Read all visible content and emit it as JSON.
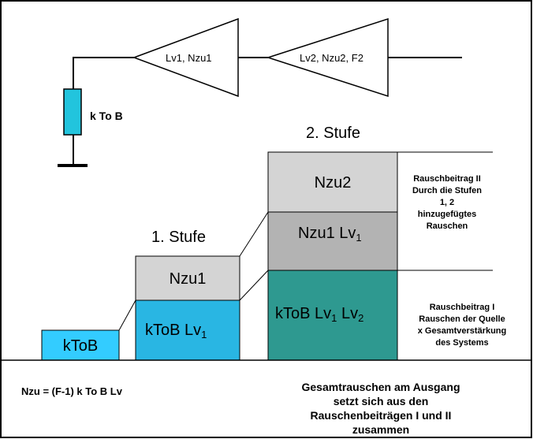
{
  "amplifier1": {
    "label": "Lv1, Nzu1"
  },
  "amplifier2": {
    "label": "Lv2, Nzu2, F2"
  },
  "source": {
    "label": "k To B"
  },
  "stage1": {
    "title": "1. Stufe"
  },
  "stage2": {
    "title": "2. Stufe"
  },
  "blocks": {
    "ktob": "kToB",
    "stage1_noise": "Nzu1",
    "stage1_signal": {
      "main": "kToB Lv",
      "sub": "1"
    },
    "stage2_noise2": "Nzu2",
    "stage2_noise1": {
      "main": "Nzu1 Lv",
      "sub": "1"
    },
    "stage2_signal": {
      "main1": "kToB Lv",
      "sub1": "1",
      "main2": " Lv",
      "sub2": "2"
    }
  },
  "notes": {
    "contribution2": [
      "Rauschbeitrag  II",
      "Durch die Stufen",
      "1, 2",
      "hinzugefügtes",
      "Rauschen"
    ],
    "contribution1": [
      "Rauschbeitrag I",
      "Rauschen der Quelle",
      "x Gesamtverstärkung",
      "des Systems"
    ]
  },
  "footer": {
    "formula": "Nzu = (F-1) k To B Lv",
    "summary": [
      "Gesamtrauschen am Ausgang",
      "setzt sich aus den",
      "Rauschenbeiträgen I und II",
      "zusammen"
    ]
  },
  "colors": {
    "ktob_fill": "#33ccff",
    "stage1_signal_fill": "#29b6e3",
    "noise_light": "#d4d4d4",
    "noise_mid": "#b3b3b3",
    "stage2_signal_fill": "#2e9990",
    "resistor_fill": "#22c4dd"
  }
}
